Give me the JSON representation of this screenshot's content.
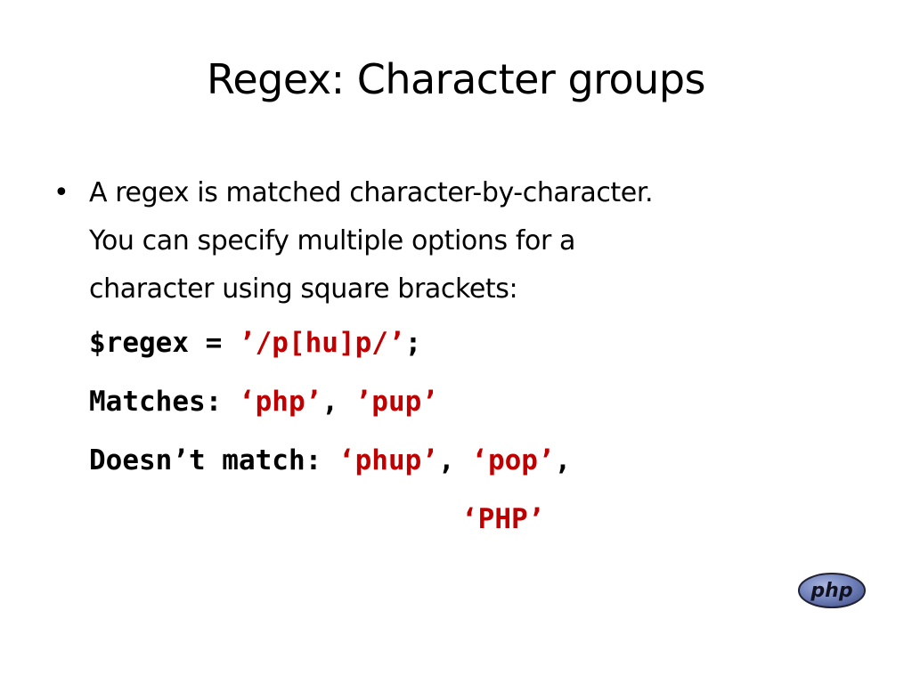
{
  "slide": {
    "title": "Regex: Character groups",
    "bullet": {
      "line1": "A regex is matched character-by-character.",
      "line2": "You can specify multiple options for a",
      "line3": "character using square brackets:"
    },
    "code": {
      "regex_prefix": "$regex = ",
      "regex_value": "’/p[hu]p/’",
      "regex_suffix": ";",
      "matches_label": "Matches: ",
      "match1": "‘php’",
      "match_sep": ", ",
      "match2": "’pup’",
      "doesnt_label": "Doesn’t match: ",
      "nomatch1": "‘phup’",
      "nomatch_sep1": ", ",
      "nomatch2": "‘pop’",
      "nomatch_sep2": ",",
      "nomatch3": "‘PHP’"
    },
    "logo": {
      "text": "php",
      "fill_color": "#6c7eb7",
      "outline_color": "#1a1a2e"
    }
  }
}
